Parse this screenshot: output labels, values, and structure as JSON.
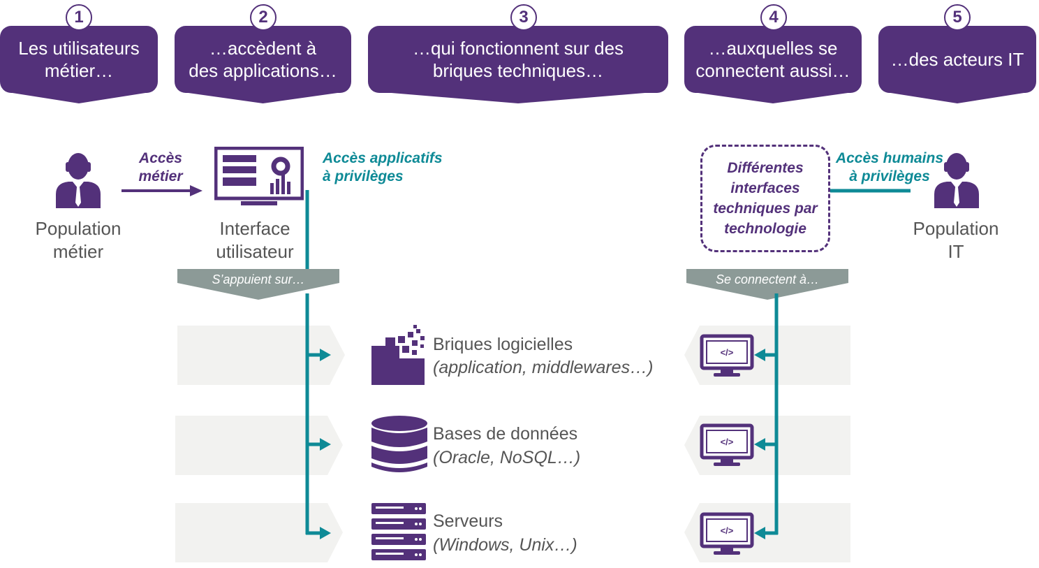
{
  "steps": [
    {
      "num": "1",
      "text": "Les utilisateurs\nmétier…"
    },
    {
      "num": "2",
      "text": "…accèdent à\ndes applications…"
    },
    {
      "num": "3",
      "text": "…qui fonctionnent sur des\nbriques techniques…"
    },
    {
      "num": "4",
      "text": "…auxquelles se\nconnectent aussi…"
    },
    {
      "num": "5",
      "text": "…des acteurs IT"
    }
  ],
  "business": {
    "population_label": "Population\nmétier",
    "access_line1": "Accès",
    "access_line2": "métier",
    "interface_label": "Interface\nutilisateur",
    "privileged_line1": "Accès applicatifs",
    "privileged_line2": "à privilèges",
    "funnel_label": "S’appuient sur…"
  },
  "it": {
    "population_label": "Population\nIT",
    "access_line1": "Accès humains",
    "access_line2": "à privilèges",
    "interfaces_box": "Différentes\ninterfaces\ntechniques par\ntechnologie",
    "funnel_label": "Se connectent à…",
    "terminal_glyph": "</>"
  },
  "resources": [
    {
      "title": "Briques logicielles",
      "subtitle": "(application,  middlewares…)",
      "icon": "software-blocks-icon"
    },
    {
      "title": "Bases de données",
      "subtitle": "(Oracle, NoSQL…)",
      "icon": "database-icon"
    },
    {
      "title": "Serveurs",
      "subtitle": "(Windows, Unix…)",
      "icon": "servers-icon"
    }
  ],
  "colors": {
    "purple": "#53317a",
    "teal": "#0e8a96",
    "gray": "#8c9a97",
    "band": "#f2f2f0"
  }
}
